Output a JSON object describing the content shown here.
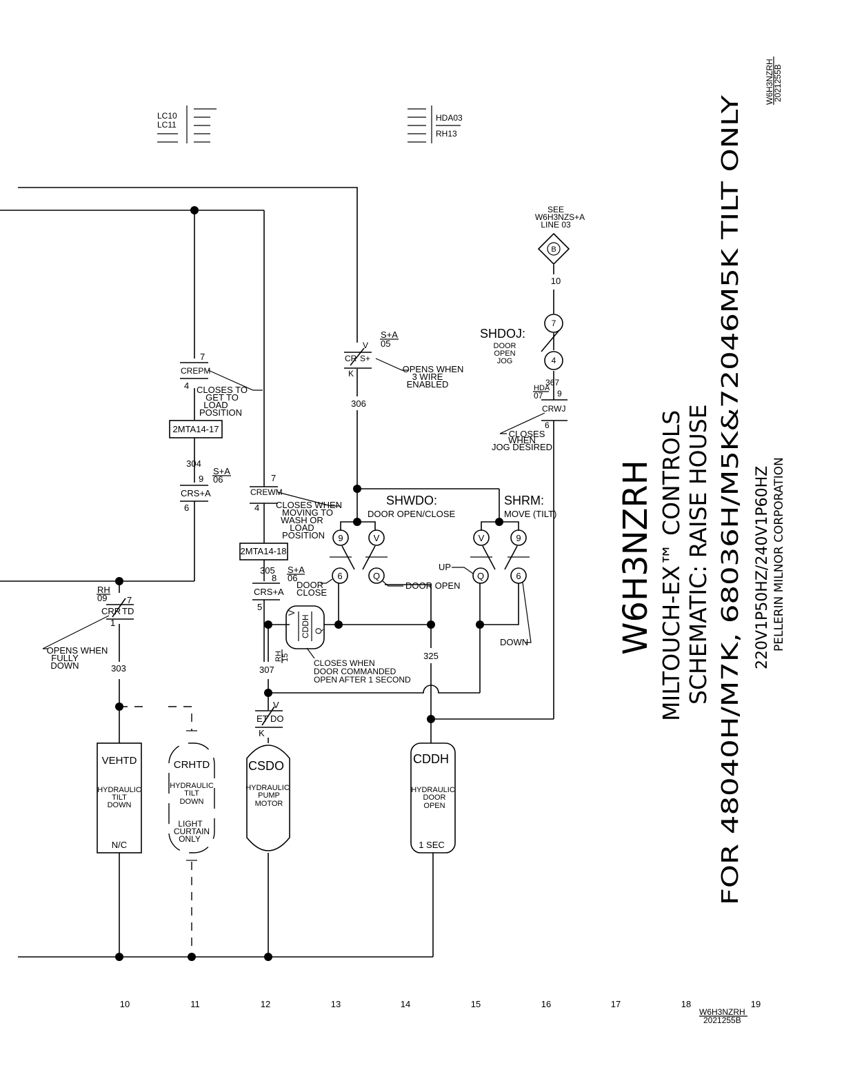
{
  "title_block": {
    "drawing_id": "W6H3NZRH",
    "line1": "MILTOUCH-EX™ CONTROLS",
    "line2": "SCHEMATIC: RAISE HOUSE",
    "line3": "FOR 48040H/M7K, 68036H/M5K&72046M5K TILT ONLY",
    "line4": "220V1P50HZ/240V1P60HZ",
    "company": "PELLERIN MILNOR CORPORATION"
  },
  "corner_tag": {
    "id": "W6H3NZRH",
    "rev": "2021255B"
  },
  "footer_tag": {
    "id": "W6H3NZRH",
    "rev": "2021255B"
  },
  "line_numbers": [
    "10",
    "11",
    "12",
    "13",
    "14",
    "15",
    "16",
    "17",
    "18",
    "19"
  ],
  "xrefs": {
    "left": [
      "LC10",
      "LC11"
    ],
    "right": [
      "HDA03",
      "RH13"
    ]
  },
  "see_ref": {
    "label": "SEE",
    "sheet": "W6H3NZS+A",
    "line": "LINE 03",
    "connector": "B"
  },
  "wires": {
    "w10": "10",
    "w306": "306",
    "w304": "304",
    "w305": "305",
    "w307": "307",
    "w303": "303",
    "w325": "325",
    "w367": "367"
  },
  "contacts": {
    "crepm": {
      "name": "CREPM",
      "top": "7",
      "bottom": "4",
      "note": [
        "CLOSES TO",
        "GET TO",
        "LOAD",
        "POSITION"
      ]
    },
    "crs_a_1": {
      "name": "CRS+A",
      "top": "9",
      "bottom": "6",
      "ref_top": "S+A",
      "ref_bottom": "06"
    },
    "crewm": {
      "name": "CREWM",
      "top": "7",
      "bottom": "4",
      "note": [
        "CLOSES WHEN",
        "MOVING TO",
        "WASH OR",
        "LOAD",
        "POSITION"
      ]
    },
    "crs_a_2": {
      "name": "CRS+A",
      "top": "8",
      "bottom": "5",
      "ref_top": "S+A",
      "ref_bottom": "06"
    },
    "crs_plus": {
      "name": "CR",
      "suffix": "S+",
      "top": "V",
      "bottom": "K",
      "ref_top": "S+A",
      "ref_bottom": "05",
      "note": [
        "OPENS WHEN",
        "3 WIRE",
        "ENABLED"
      ]
    },
    "crrtd": {
      "name": "CRR",
      "suffix": "TD",
      "top": "7",
      "bottom": "1",
      "ref_top": "RH",
      "ref_bottom": "09",
      "note": [
        "OPENS WHEN",
        "FULLY",
        "DOWN"
      ]
    },
    "crwj": {
      "name": "CRWJ",
      "top": "9",
      "bottom": "6",
      "ref_top": "HDA",
      "ref_bottom": "07",
      "note": [
        "CLOSES",
        "WHEN",
        "JOG DESIRED"
      ]
    },
    "etdo": {
      "name": "ET",
      "suffix": "DO",
      "top": "V",
      "bottom": "K"
    },
    "cddh_timer": {
      "name": "CDDH",
      "left": "V",
      "right": "Q",
      "ref_top": "RH",
      "ref_bottom": "15",
      "note": [
        "CLOSES WHEN",
        "DOOR COMMANDED",
        "OPEN AFTER 1 SECOND"
      ]
    }
  },
  "boxes": [
    "2MTA14-17",
    "2MTA14-18"
  ],
  "switches": {
    "shdoj": {
      "name": "SHDOJ:",
      "desc": [
        "DOOR",
        "OPEN",
        "JOG"
      ],
      "pins": [
        "7",
        "4"
      ]
    },
    "shwdo": {
      "name": "SHWDO:",
      "desc": "DOOR OPEN/CLOSE",
      "pins": [
        "9",
        "V",
        "6",
        "Q"
      ],
      "labels": [
        "DOOR",
        "CLOSE",
        "DOOR OPEN"
      ]
    },
    "shrm": {
      "name": "SHRM:",
      "desc": "MOVE (TILT)",
      "pins": [
        "V",
        "9",
        "Q",
        "6"
      ],
      "labels": [
        "UP",
        "DOWN"
      ]
    }
  },
  "coils": [
    {
      "id": "VEHTD",
      "desc": [
        "HYDRAULIC",
        "TILT",
        "DOWN"
      ],
      "footer": "N/C"
    },
    {
      "id": "CRHTD",
      "desc": [
        "HYDRAULIC",
        "TILT",
        "DOWN"
      ],
      "extra": [
        "LIGHT",
        "CURTAIN",
        "ONLY"
      ]
    },
    {
      "id": "CSDO",
      "desc": [
        "HYDRAULIC",
        "PUMP",
        "MOTOR"
      ]
    },
    {
      "id": "CDDH",
      "desc": [
        "HYDRAULIC",
        "DOOR",
        "OPEN"
      ],
      "footer": "1 SEC"
    }
  ]
}
